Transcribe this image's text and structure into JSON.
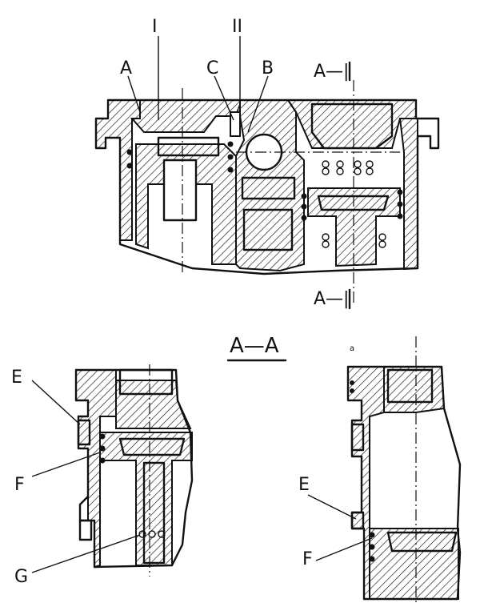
{
  "diagram": {
    "section_title": "A—A",
    "labels": {
      "I": "I",
      "II": "II",
      "A_left": "A",
      "C": "C",
      "B": "B",
      "A_top": "A—|",
      "A_bottom": "A—|",
      "E_left": "E",
      "F_left": "F",
      "G": "G",
      "E_right": "E",
      "F_right": "F",
      "mark_small": "a"
    }
  }
}
